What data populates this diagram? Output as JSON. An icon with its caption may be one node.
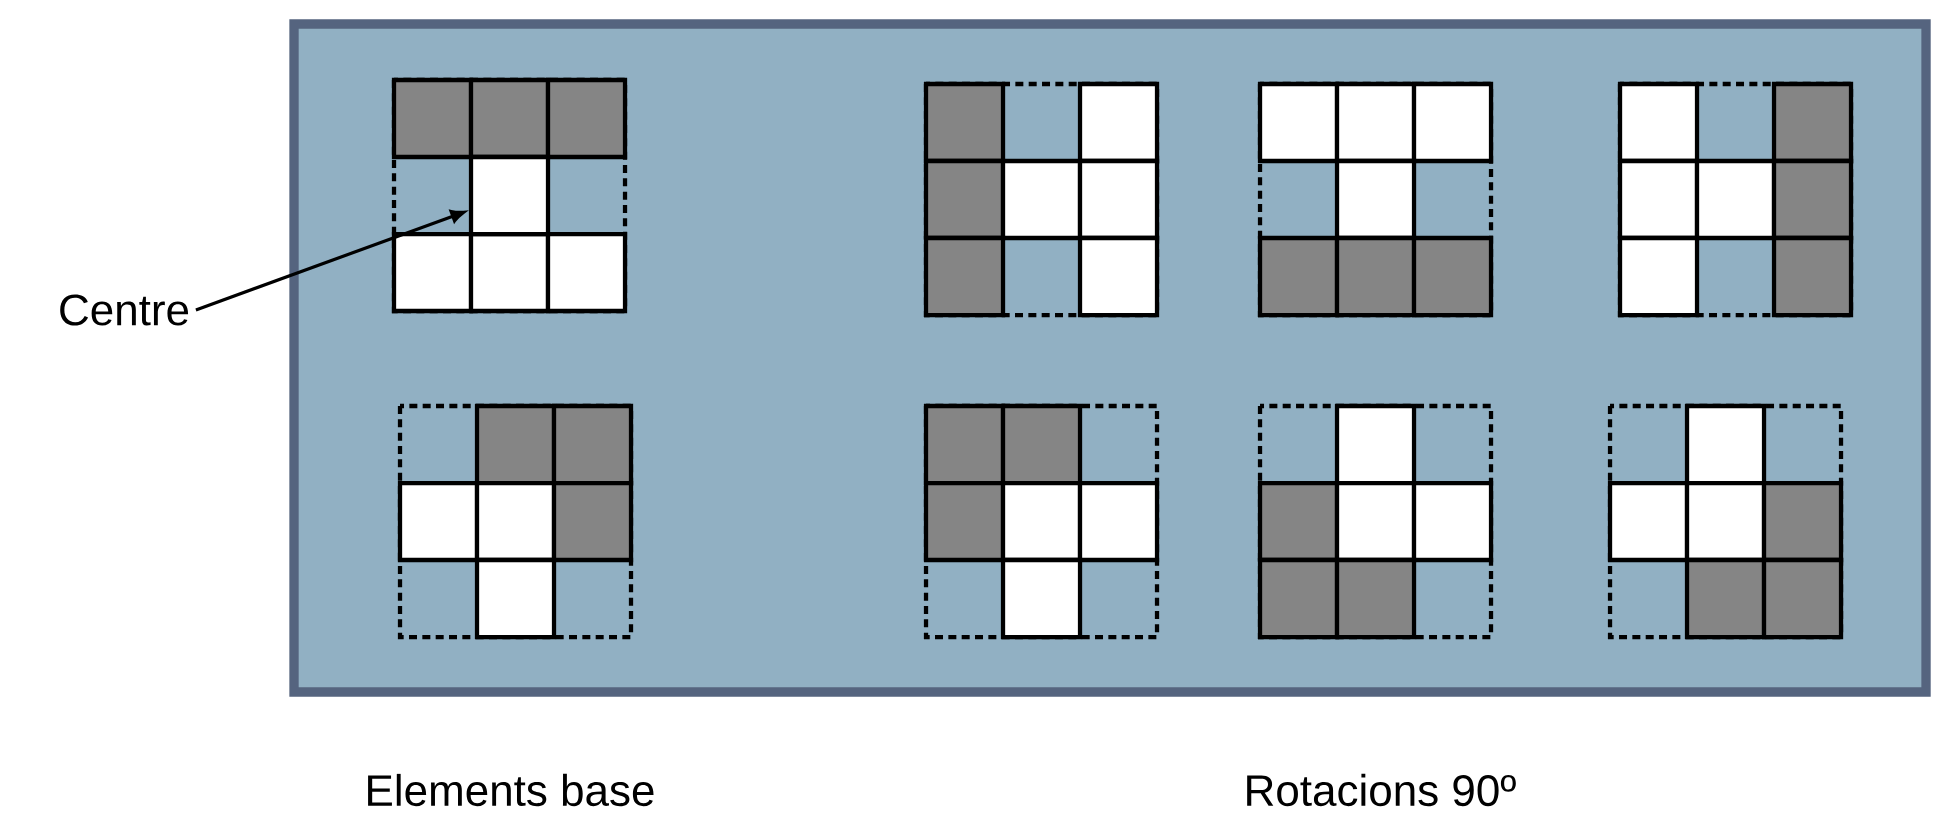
{
  "diagram": {
    "nodes": [
      {
        "text": [
          "Centre"
        ]
      },
      {
        "text": [],
        "shape": "box"
      }
    ],
    "edges": [
      {
        "from": 0,
        "to": 1,
        "arrow": "to"
      }
    ],
    "labels": [
      "Elements base",
      "Rotacions 90º"
    ]
  }
}
